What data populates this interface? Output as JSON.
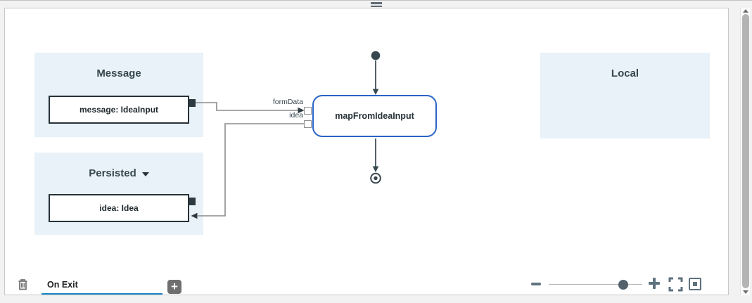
{
  "workspace": {
    "panels": [
      {
        "title": "Message",
        "box_label": "message: IdeaInput"
      },
      {
        "title": "Persisted",
        "box_label": "idea: Idea",
        "dropdown": "caret-down"
      },
      {
        "title": "Local"
      }
    ],
    "map_node": {
      "label": "mapFromIdeaInput",
      "port1": "formData",
      "port2": "idea"
    },
    "flow": {
      "start": "start-state-dot",
      "end": "end-state-ring"
    }
  },
  "footer": {
    "tab_label": "On Exit",
    "add_glyph": "+"
  },
  "icons": {
    "trash": "trash-can",
    "add": "plus-square",
    "zoom_out": "minus-bar",
    "zoom_in": "plus-cross",
    "fullscreen": "corner-brackets",
    "fit_view": "square-in-square",
    "drag_handle": "double-bar",
    "scroll_up": "triangle-up",
    "scroll_down": "triangle-down"
  },
  "colors": {
    "panel_bg": "#e8f2f8",
    "node_border": "#2a63c6",
    "flow_dark": "#37474f",
    "edge_gray": "#8c8c8c",
    "tab_underline": "#1d85c6",
    "icon_gray": "#5f7280",
    "box_border": "#263238"
  }
}
